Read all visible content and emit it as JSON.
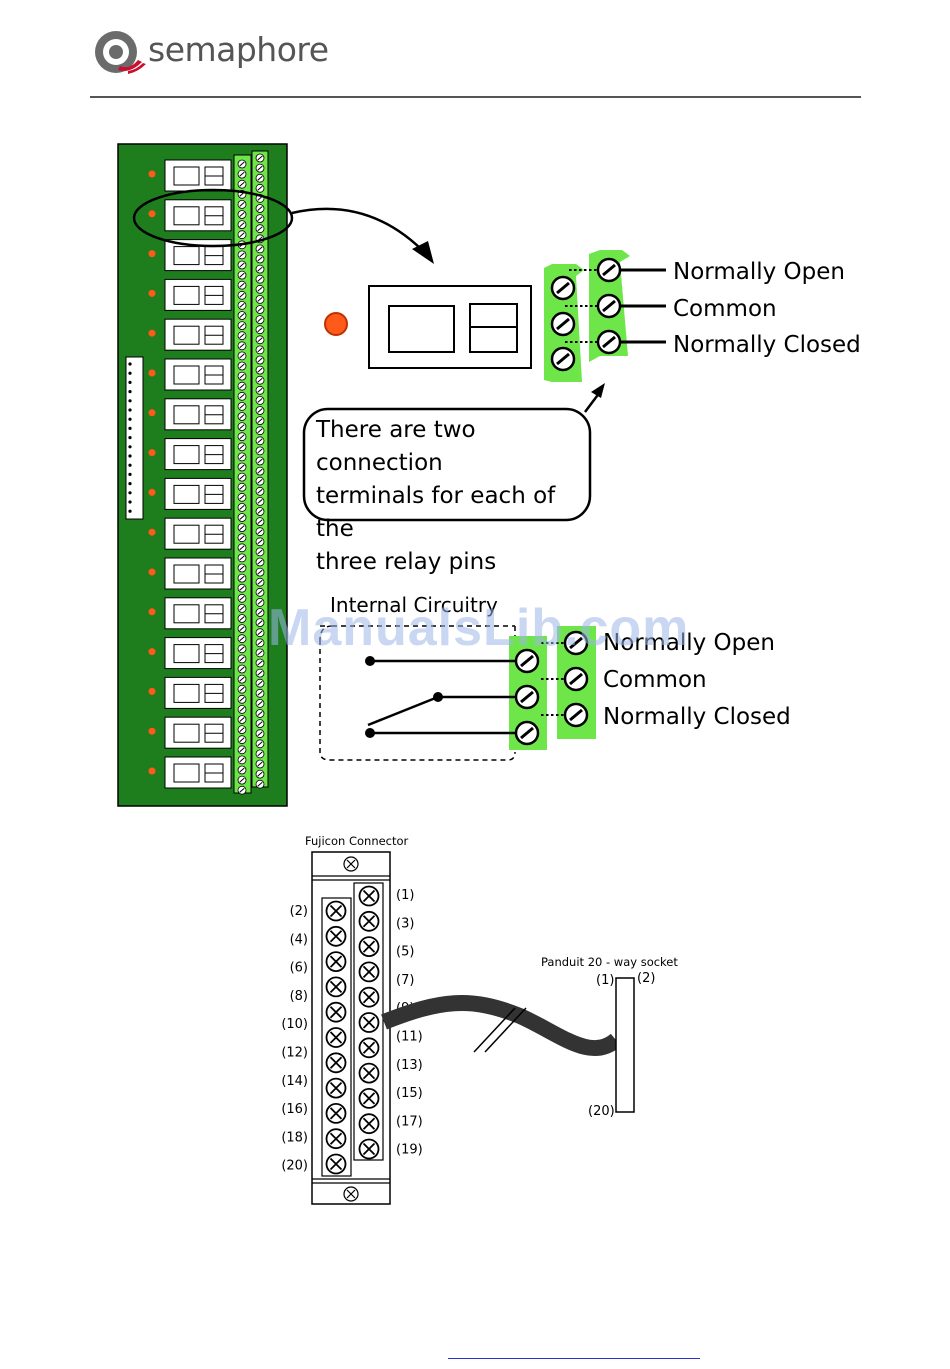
{
  "header": {
    "brand": "semaphore"
  },
  "relay_detail": {
    "labels": [
      "Normally Open",
      "Common",
      "Normally Closed"
    ],
    "callout_lines": [
      "There are two connection",
      "terminals for each of the",
      "three relay pins"
    ]
  },
  "circuit": {
    "title": "Internal Circuitry",
    "labels": [
      "Normally Open",
      "Common",
      "Normally Closed"
    ]
  },
  "connector": {
    "title": "Fujicon Connector",
    "right_pins": [
      "(1)",
      "(3)",
      "(5)",
      "(7)",
      "(9)",
      "(11)",
      "(13)",
      "(15)",
      "(17)",
      "(19)"
    ],
    "left_pins": [
      "(2)",
      "(4)",
      "(6)",
      "(8)",
      "(10)",
      "(12)",
      "(14)",
      "(16)",
      "(18)",
      "(20)"
    ]
  },
  "socket": {
    "title": "Panduit 20 - way socket",
    "pin_first": "(1)",
    "pin_second": "(2)",
    "pin_last": "(20)"
  },
  "watermark": "ManualsLib.com",
  "colors": {
    "board": "#1e7e1e",
    "terminal": "#6ee64a",
    "led": "#ff5a1a",
    "brand_red": "#c8102e"
  }
}
